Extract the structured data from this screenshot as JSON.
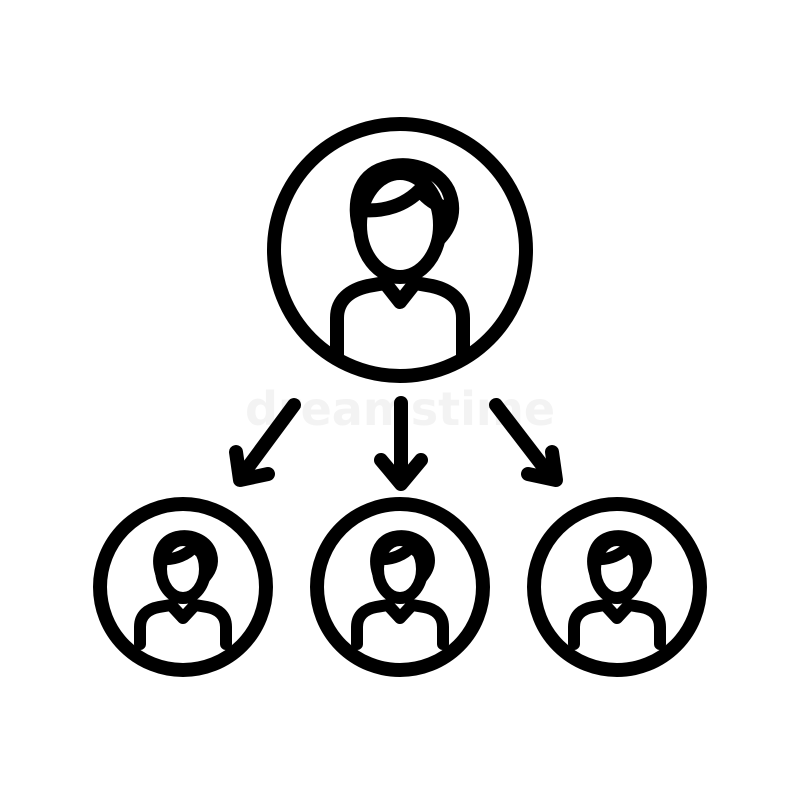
{
  "icon": {
    "name": "team-hierarchy-icon",
    "stroke_color": "#000000",
    "background_color": "#ffffff"
  },
  "watermark": {
    "text": "dreamstime"
  },
  "nodes": {
    "leader": {
      "icon": "person-icon"
    },
    "members": [
      {
        "icon": "person-icon"
      },
      {
        "icon": "person-icon"
      },
      {
        "icon": "person-icon"
      }
    ]
  },
  "connectors": [
    {
      "direction": "down-left",
      "icon": "arrow-icon"
    },
    {
      "direction": "down",
      "icon": "arrow-icon"
    },
    {
      "direction": "down-right",
      "icon": "arrow-icon"
    }
  ]
}
